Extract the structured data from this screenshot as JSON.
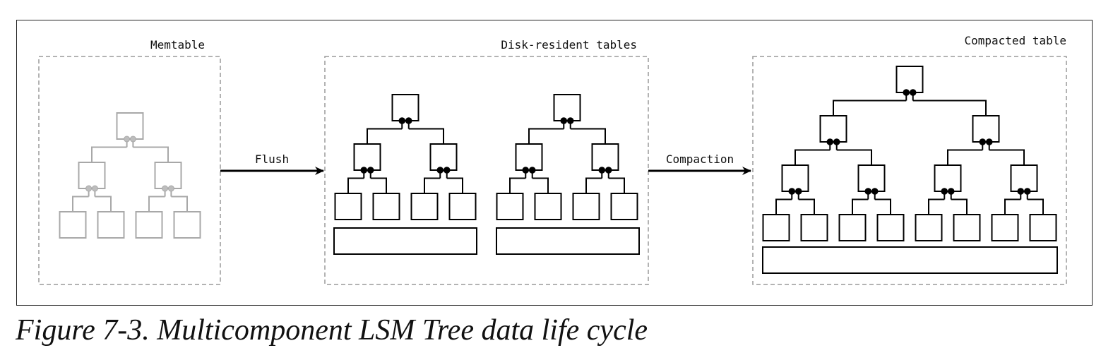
{
  "diagram": {
    "memtable_label": "Memtable",
    "disk_label": "Disk-resident tables",
    "compacted_label": "Compacted table",
    "flush_label": "Flush",
    "compaction_label": "Compaction"
  },
  "caption": "Figure 7-3. Multicomponent LSM Tree data life cycle",
  "colors": {
    "memtable_stroke": "#a8a8a8",
    "table_stroke": "#000000",
    "dashed_border": "#9a9a9a"
  }
}
